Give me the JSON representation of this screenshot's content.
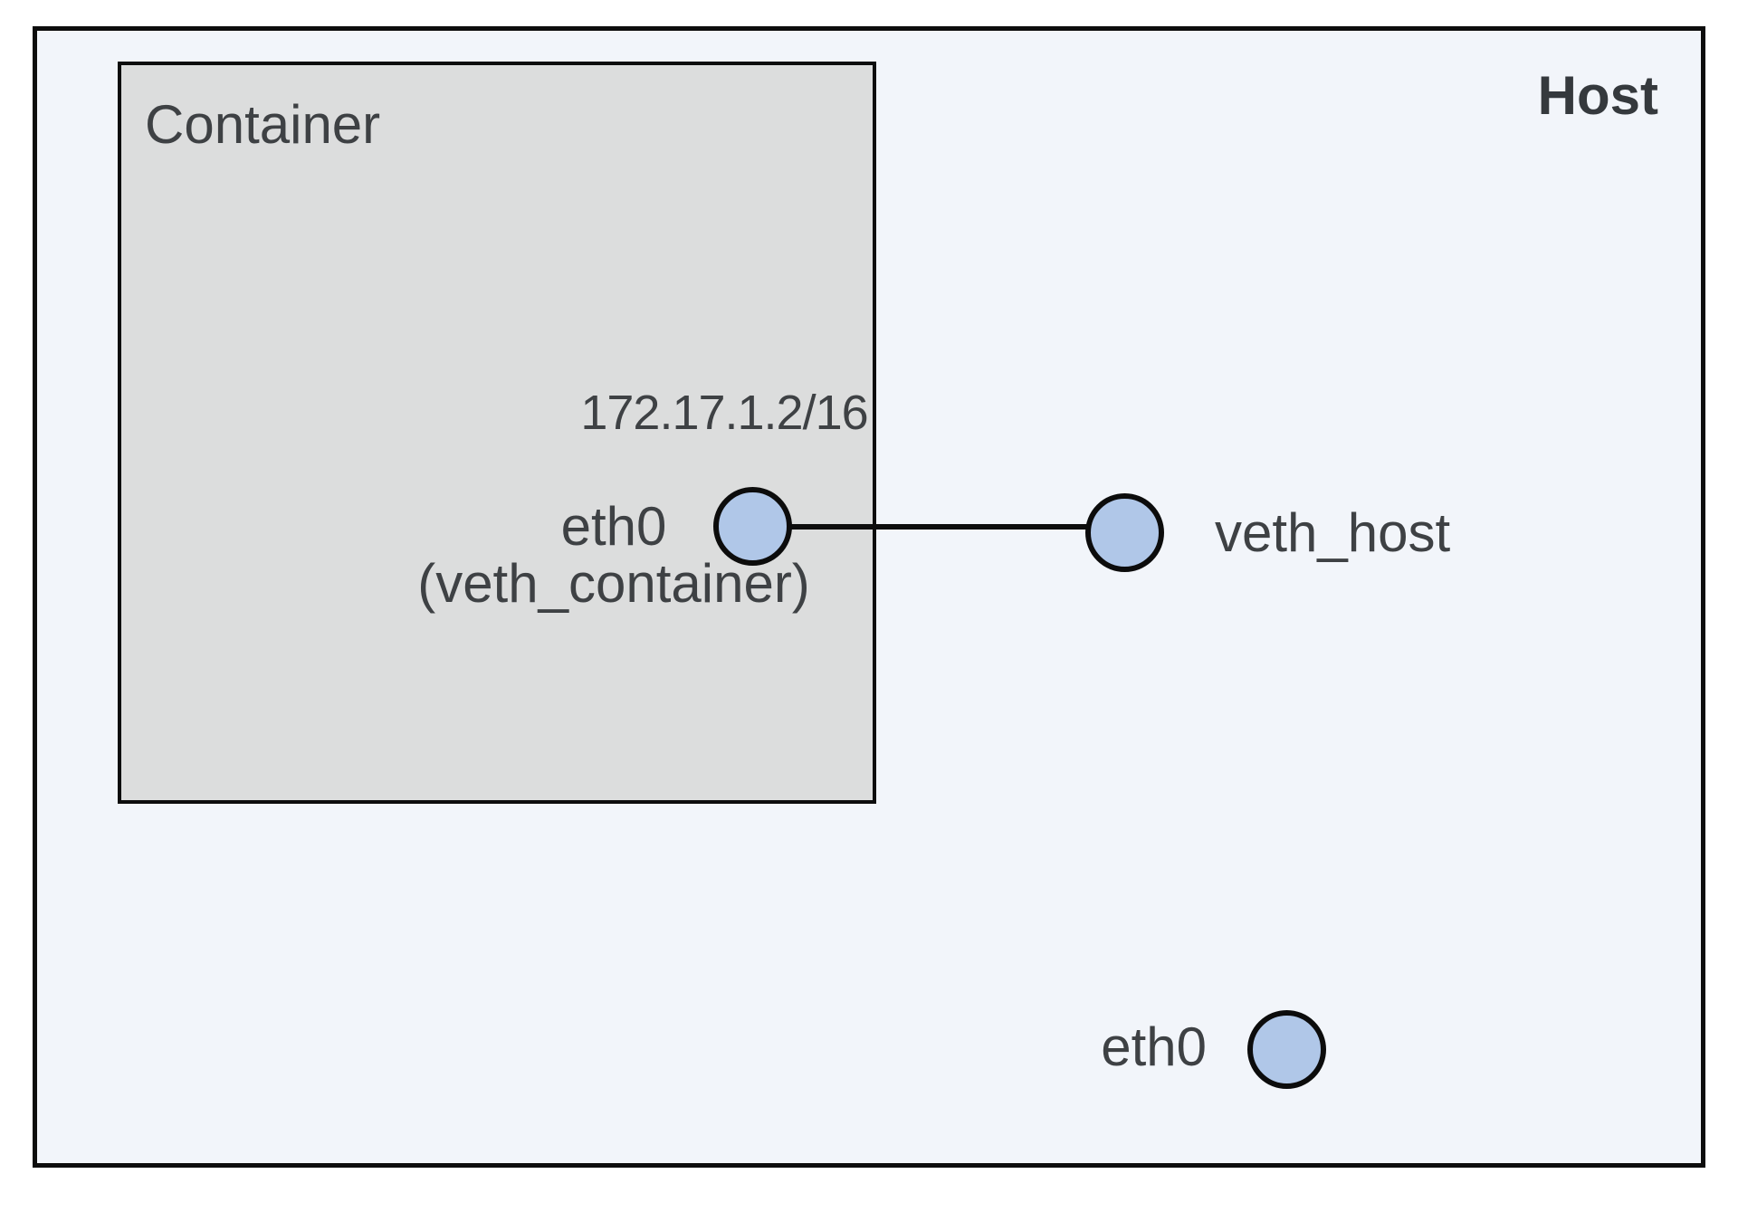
{
  "host": {
    "label": "Host",
    "eth0": {
      "label": "eth0"
    }
  },
  "container": {
    "label": "Container"
  },
  "veth_pair": {
    "container_end": {
      "ip": "172.17.1.2/16",
      "name": "eth0",
      "alias": "(veth_container)"
    },
    "host_end": {
      "name": "veth_host"
    }
  },
  "colors": {
    "host_background": "#f2f5fa",
    "container_background": "#dcdddd",
    "node_fill": "#b0c7e8",
    "node_stroke": "#0c0c0c",
    "border": "#0d0d0d",
    "text": "#3e4144"
  }
}
